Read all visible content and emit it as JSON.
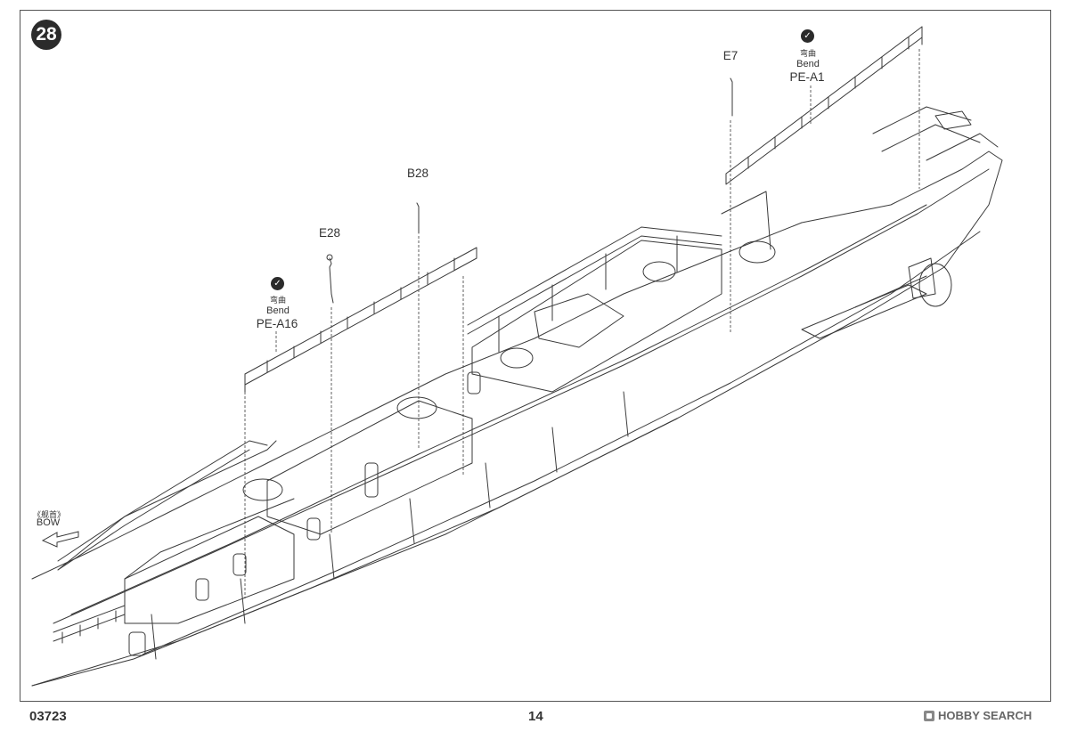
{
  "page": {
    "step_number": "28",
    "product_code": "03723",
    "page_number": "14",
    "watermark": "HOBBY SEARCH"
  },
  "callouts": {
    "bend_cn": "弯曲",
    "bend_en": "Bend",
    "pe_a1": "PE-A1",
    "pe_a16": "PE-A16",
    "e7": "E7",
    "e28": "E28",
    "b28": "B28",
    "bow_cn": "《舰首》",
    "bow_en": "BOW"
  },
  "icons": {
    "check": "check-circle-icon",
    "arrow": "bow-direction-arrow-icon"
  },
  "colors": {
    "line": "#3a3a3a",
    "badge": "#2b2b2b"
  }
}
